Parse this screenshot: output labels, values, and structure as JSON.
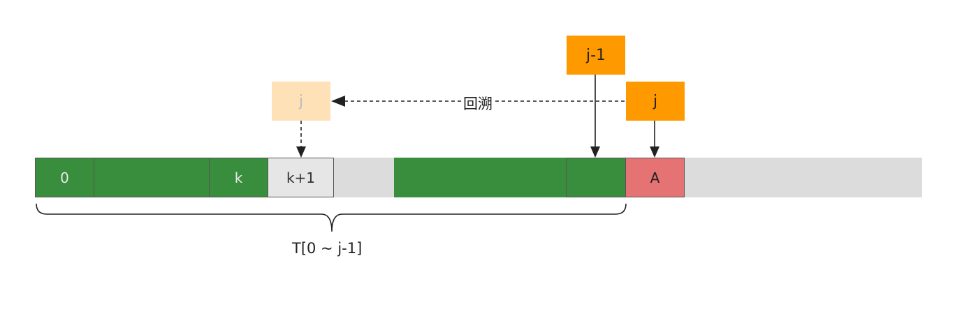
{
  "array": {
    "cells": [
      "0",
      "",
      "k",
      "k+1",
      "",
      "",
      "A"
    ]
  },
  "pointers": {
    "j_minus_1": "j-1",
    "j": "j",
    "j_backtrack": "j"
  },
  "labels": {
    "backtrack": "回溯",
    "prefix_range": "T[0 ~ j-1]"
  },
  "colors": {
    "matched": "#388e3c",
    "unmatched": "#e6e6e6",
    "mismatch": "#e57373",
    "pointer": "#ff9900",
    "pointer_faded": "#ffe1b8",
    "track": "#dcdcdc"
  }
}
